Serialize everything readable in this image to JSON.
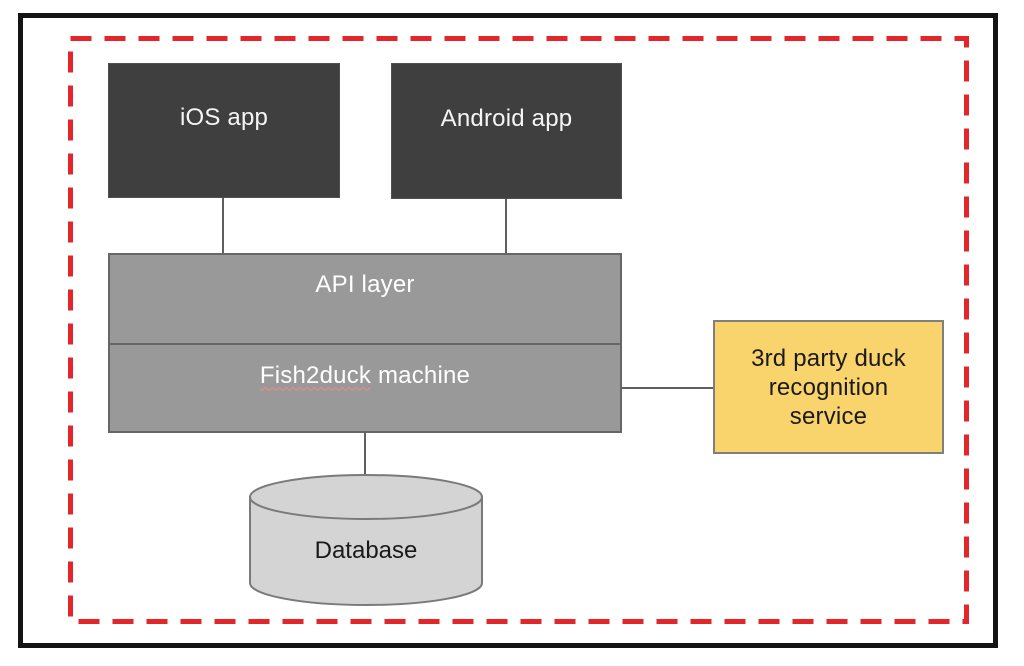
{
  "diagram": {
    "nodes": {
      "ios_app": {
        "label": "iOS app",
        "fill": "#3f3f3f",
        "text_color": "#f5f5f5"
      },
      "android_app": {
        "label": "Android app",
        "fill": "#3f3f3f",
        "text_color": "#f5f5f5"
      },
      "api_layer": {
        "label": "API layer",
        "fill": "#999999",
        "text_color": "#ffffff"
      },
      "fish2duck_machine": {
        "label": "Fish2duck machine",
        "misspelled_word": "Fish2duck",
        "rest": " machine",
        "fill": "#999999",
        "text_color": "#ffffff",
        "spellcheck_underline_color": "#ef8a8a"
      },
      "third_party_service": {
        "label": "3rd party duck recognition service",
        "fill": "#f9d46c",
        "text_color": "#1a1a1a"
      },
      "database": {
        "label": "Database",
        "shape": "cylinder",
        "fill": "#d4d4d4",
        "text_color": "#1a1a1a"
      }
    },
    "edges": [
      {
        "from": "ios_app",
        "to": "api_layer"
      },
      {
        "from": "android_app",
        "to": "api_layer"
      },
      {
        "from": "fish2duck_machine",
        "to": "database"
      },
      {
        "from": "fish2duck_machine",
        "to": "third_party_service"
      }
    ],
    "frames": {
      "outer_solid_color": "#141414",
      "inner_dashed_color": "#e4262a"
    },
    "connector_color": "#5f5f5f"
  }
}
